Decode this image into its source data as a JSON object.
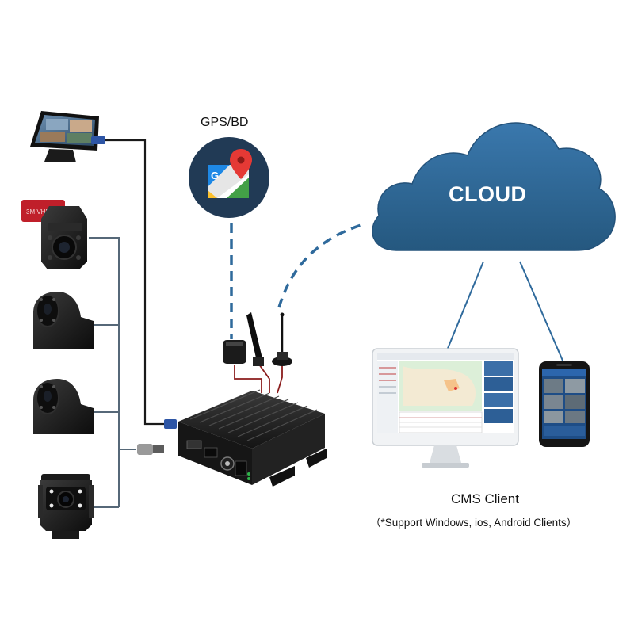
{
  "labels": {
    "gps": "GPS/BD",
    "cloud": "CLOUD",
    "cms_client": "CMS Client",
    "cms_note": "（*Support Windows, ios, Android Clients）"
  },
  "colors": {
    "cloud_fill": "#2f6a9c",
    "wire_dark": "#1a1a1a",
    "wire_gray": "#566878",
    "dash_link": "#2f6a9c",
    "wire_red": "#8b1d1d",
    "gps_badge": "#213a55"
  },
  "icons": [
    "monitor-icon",
    "camera-icon",
    "gps-map-pin-icon",
    "antenna-icon",
    "mdvr-device-icon",
    "desktop-monitor-icon",
    "smartphone-icon"
  ]
}
